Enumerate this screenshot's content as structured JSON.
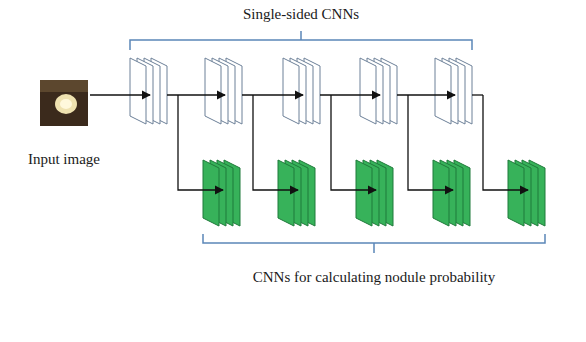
{
  "diagram": {
    "nodes": [
      {
        "text": [
          "Input image"
        ]
      }
    ],
    "labels": [
      "Single-sided CNNs",
      "CNNs for calculating nodule probability"
    ]
  }
}
